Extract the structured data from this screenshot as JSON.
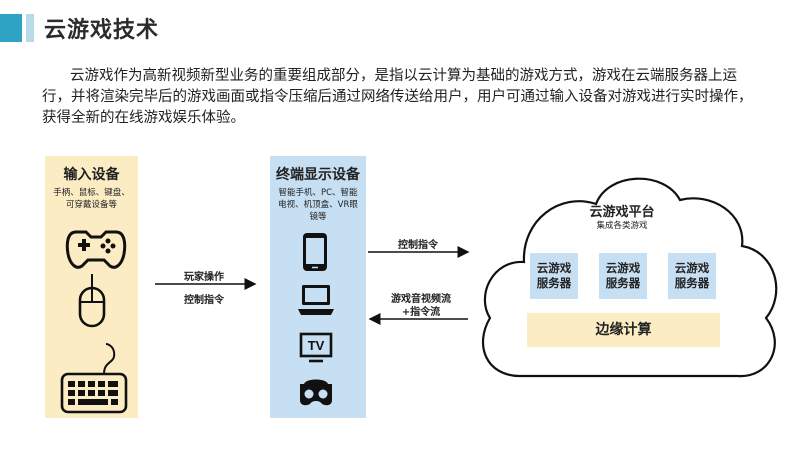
{
  "header": {
    "title": "云游戏技术"
  },
  "intro": "云游戏作为高新视频新型业务的重要组成部分，是指以云计算为基础的游戏方式，游戏在云端服务器上运行，并将渲染完毕后的游戏画面或指令压缩后通过网络传送给用户，用户可通过输入设备对游戏进行实时操作，获得全新的在线游戏娱乐体验。",
  "input_panel": {
    "title": "输入设备",
    "subtitle": "手柄、鼠标、键盘、可穿戴设备等"
  },
  "terminal_panel": {
    "title": "终端显示设备",
    "subtitle": "智能手机、PC、智能电视、机顶盒、VR眼镜等"
  },
  "arrow_left": {
    "line1": "玩家操作",
    "line2": "控制指令"
  },
  "arrow_right_top": {
    "label": "控制指令"
  },
  "arrow_right_bottom": {
    "line1": "游戏音视频流",
    "line2": "+指令流"
  },
  "cloud": {
    "title": "云游戏平台",
    "subtitle": "集成各类游戏",
    "servers": [
      {
        "line1": "云游戏",
        "line2": "服务器"
      },
      {
        "line1": "云游戏",
        "line2": "服务器"
      },
      {
        "line1": "云游戏",
        "line2": "服务器"
      }
    ],
    "edge_label": "边缘计算"
  },
  "icons": [
    "gamepad-icon",
    "mouse-icon",
    "keyboard-icon",
    "smartphone-icon",
    "laptop-icon",
    "tv-icon",
    "vr-headset-icon"
  ],
  "tv_icon_text": "TV",
  "colors": {
    "accent": "#2fa3c3",
    "panel_yellow": "#fbecc4",
    "panel_blue": "#c7dff2"
  }
}
